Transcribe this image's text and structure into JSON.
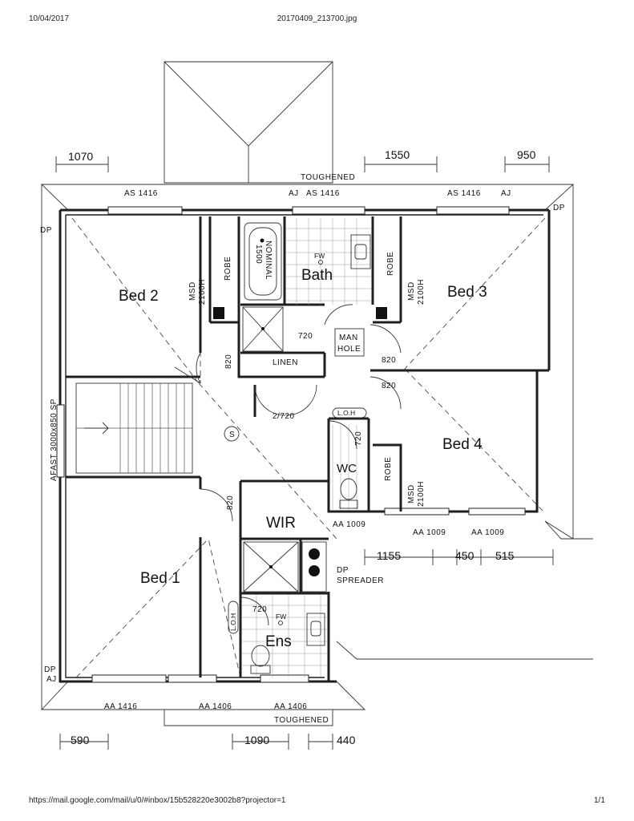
{
  "header": {
    "date": "10/04/2017",
    "filename": "20170409_213700.jpg"
  },
  "footer": {
    "url": "https://mail.google.com/mail/u/0/#inbox/15b528220e3002b8?projector=1",
    "page": "1/1"
  },
  "rooms": {
    "bed2": "Bed 2",
    "bed3": "Bed 3",
    "bed4": "Bed 4",
    "bed1": "Bed 1",
    "bath": "Bath",
    "wc": "WC",
    "wir": "WIR",
    "ens": "Ens"
  },
  "labels": {
    "toughened_top": "TOUGHENED",
    "toughened_bottom": "TOUGHENED",
    "as1416_left": "AS 1416",
    "as1416_mid": "AS 1416",
    "as1416_right": "AS 1416",
    "aj_top_mid": "AJ",
    "aj_top_right": "AJ",
    "dp_top_right": "DP",
    "dp_left": "DP",
    "dp_bottom_left": "DP",
    "aj_bottom_left": "AJ",
    "robe_left": "ROBE",
    "robe_right": "ROBE",
    "robe_bed4": "ROBE",
    "msd_left_a": "MSD",
    "msd_left_b": "2100H",
    "msd_right_a": "MSD",
    "msd_right_b": "2100H",
    "msd_bed4_a": "MSD",
    "msd_bed4_b": "2100H",
    "bath_nominal_a": "1500",
    "bath_nominal_b": "NOMINAL",
    "fw_bath": "FW",
    "fw_ens": "FW",
    "man_hole_a": "MAN",
    "man_hole_b": "HOLE",
    "linen": "LINEN",
    "door_720_bath": "720",
    "door_820_left": "820",
    "door_820_right": "820",
    "door_820_bed4": "820",
    "door_2_720": "2/720",
    "door_720_wc": "720",
    "door_820_bed1": "820",
    "door_720_ens": "720",
    "loh_top": "L.O.H",
    "loh_ens": "L.O.H",
    "smoke": "S",
    "afast": "AFAST 3000x850 SP",
    "aa1009_a": "AA 1009",
    "aa1009_b": "AA 1009",
    "aa1009_c": "AA 1009",
    "dp_spreader_a": "DP",
    "dp_spreader_b": "SPREADER",
    "aa1416_bottom": "AA 1416",
    "aa1406_a": "AA 1406",
    "aa1406_b": "AA 1406"
  },
  "dimensions": {
    "d1070": "1070",
    "d1550": "1550",
    "d950": "950",
    "d1155": "1155",
    "d450": "450",
    "d515": "515",
    "d590": "590",
    "d1090": "1090",
    "d440": "440"
  }
}
